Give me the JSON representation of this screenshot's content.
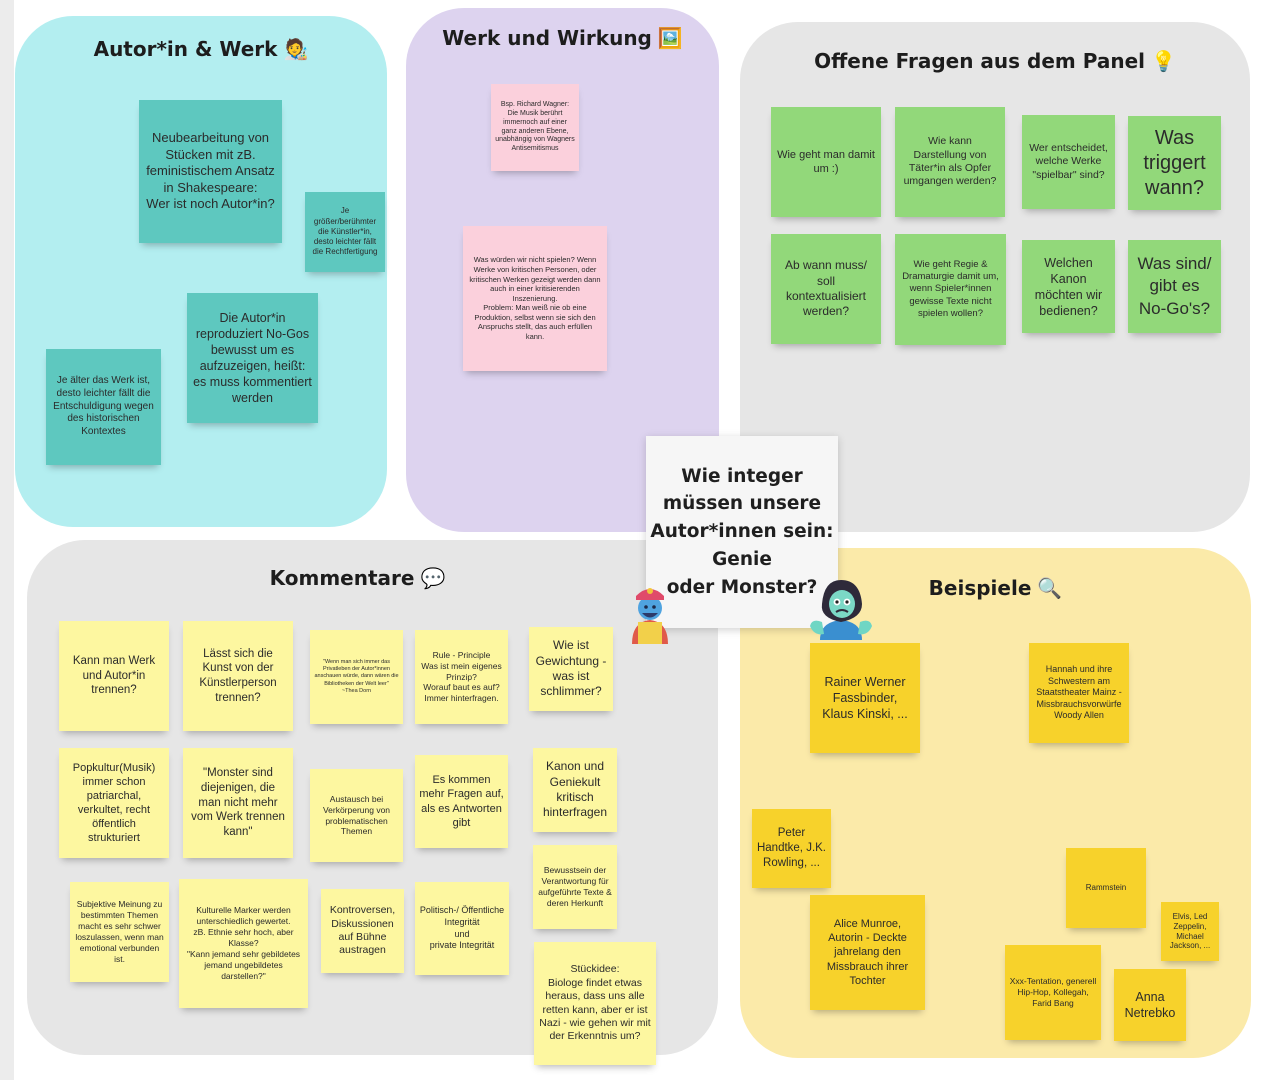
{
  "sections": {
    "autor": {
      "title": "Autor*in & Werk",
      "icon": "🧑‍🎨"
    },
    "werk": {
      "title": "Werk und Wirkung",
      "icon": "🖼️"
    },
    "fragen": {
      "title": "Offene Fragen aus dem Panel",
      "icon": "💡"
    },
    "kommentare": {
      "title": "Kommentare",
      "icon": "💬"
    },
    "beispiele": {
      "title": "Beispiele",
      "icon": "🔍"
    }
  },
  "center_title": "Wie integer\nmüssen unsere\nAutor*innen sein:\nGenie\noder Monster?",
  "autor_notes": [
    "Neubearbeitung von Stücken mit zB. feministischem Ansatz in Shakespeare:\nWer ist noch Autor*in?",
    "Je größer/berühmter die Künstler*in, desto leichter fällt die Rechtfertigung",
    "Die Autor*in reproduziert No-Gos bewusst um es aufzuzeigen, heißt: es muss kommentiert werden",
    "Je älter das Werk ist, desto leichter fällt die Entschuldigung wegen des historischen Kontextes"
  ],
  "werk_notes": [
    "Bsp. Richard Wagner: Die Musik berührt immernoch auf einer ganz anderen Ebene, unabhängig von Wagners Antisemitismus",
    "Was würden wir nicht spielen? Wenn Werke von kritischen Personen, oder kritischen Werken gezeigt werden dann auch in einer kritisierenden Inszenierung.\nProblem: Man weiß nie ob eine Produktion, selbst wenn sie sich den Anspruchs stellt, das auch erfüllen kann."
  ],
  "fragen_notes": [
    "Wie geht man damit um :)",
    "Wie kann Darstellung von Täter*in als Opfer umgangen werden?",
    "Wer entscheidet, welche Werke \"spielbar\" sind?",
    "Was triggert wann?",
    "Ab wann muss/ soll kontextualisiert werden?",
    "Wie geht Regie & Dramaturgie damit um, wenn Spieler*innen gewisse Texte nicht spielen wollen?",
    "Welchen Kanon möchten wir bedienen?",
    "Was sind/ gibt es No-Go's?"
  ],
  "kommentare_notes": [
    "Kann man Werk und Autor*in trennen?",
    "Lässt sich die Kunst von der Künstlerperson trennen?",
    "\"Wenn man sich immer das Privatleben der Autor*innen anschauen würde, dann wären die Bibliotheken der Welt leer\"\n~Thea Dorn",
    "Rule - Principle\nWas ist mein eigenes Prinzip?\nWorauf baut es auf?\nImmer hinterfragen.",
    "Wie ist Gewichtung - was ist schlimmer?",
    "Popkultur(Musik) immer schon patriarchal, verkultet, recht öffentlich strukturiert",
    "\"Monster sind diejenigen, die man nicht mehr vom Werk trennen kann\"",
    "Austausch bei Verkörperung von problematischen Themen",
    "Es kommen mehr Fragen auf, als es Antworten gibt",
    "Kanon und Geniekult kritisch hinterfragen",
    "Bewusstsein der Verantwortung für aufgeführte Texte & deren Herkunft",
    "Subjektive Meinung zu bestimmten Themen macht es sehr schwer loszulassen, wenn man emotional verbunden ist.",
    "Kulturelle Marker werden unterschiedlich gewertet.\nzB. Ethnie sehr hoch, aber Klasse?\n\"Kann jemand sehr gebildetes jemand ungebildetes darstellen?\"",
    "Kontroversen, Diskussionen auf Bühne austragen",
    "Politisch-/ Öffentliche Integrität\nund\nprivate Integrität",
    "Stückidee:\nBiologe findet etwas heraus, dass uns alle retten kann, aber er ist Nazi - wie gehen wir mit der Erkenntnis um?"
  ],
  "beispiele_notes": [
    "Rainer Werner Fassbinder, Klaus Kinski, ...",
    "Hannah und ihre Schwestern am Staatstheater Mainz - Missbrauchsvorwürfe Woody Allen",
    "Peter Handtke, J.K. Rowling, ...",
    "Rammstein",
    "Alice Munroe, Autorin - Deckte jahrelang den Missbrauch ihrer Tochter",
    "Elvis, Led Zeppelin, Michael Jackson, ...",
    "Xxx-Tentation, generell Hip-Hop, Kollegah, Farid Bang",
    "Anna Netrebko"
  ],
  "colors": {
    "cyan_section": "#b3eef0",
    "lilac_section": "#ddd3ef",
    "grey_section": "#e6e6e6",
    "yellow_section": "#fbeaa9",
    "teal_note": "#5ec8bf",
    "pink_note": "#fbd0dc",
    "green_note": "#92d87a",
    "light_yellow_note": "#fdf7a0",
    "gold_note": "#f7d22b"
  }
}
